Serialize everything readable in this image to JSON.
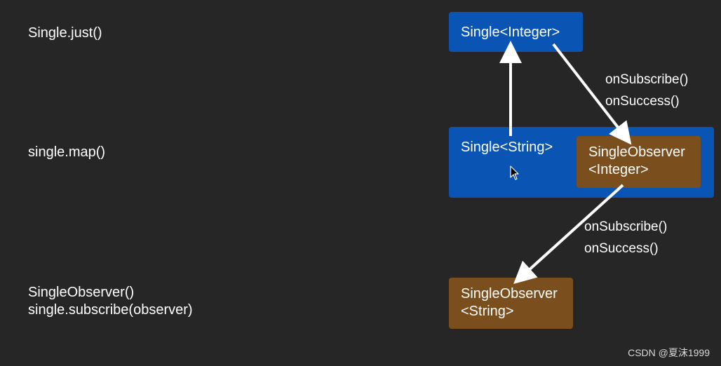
{
  "steps": {
    "just": "Single.just()",
    "map": "single.map()",
    "observer_line1": "SingleObserver()",
    "observer_line2": "single.subscribe(observer)"
  },
  "nodes": {
    "single_integer": "Single<Integer>",
    "single_string": "Single<String>",
    "observer_integer_line1": "SingleObserver",
    "observer_integer_line2": "<Integer>",
    "observer_string_line1": "SingleObserver",
    "observer_string_line2": "<String>"
  },
  "edges": {
    "upper": {
      "line1": "onSubscribe()",
      "line2": "onSuccess()"
    },
    "lower": {
      "line1": "onSubscribe()",
      "line2": "onSuccess()"
    }
  },
  "colors": {
    "background": "#262626",
    "single_box": "#0a54b4",
    "observer_box": "#7a4e1d",
    "arrow": "#ffffff"
  },
  "icons": {
    "cursor": "mouse-pointer-icon"
  },
  "watermark": "CSDN @夏沫1999"
}
